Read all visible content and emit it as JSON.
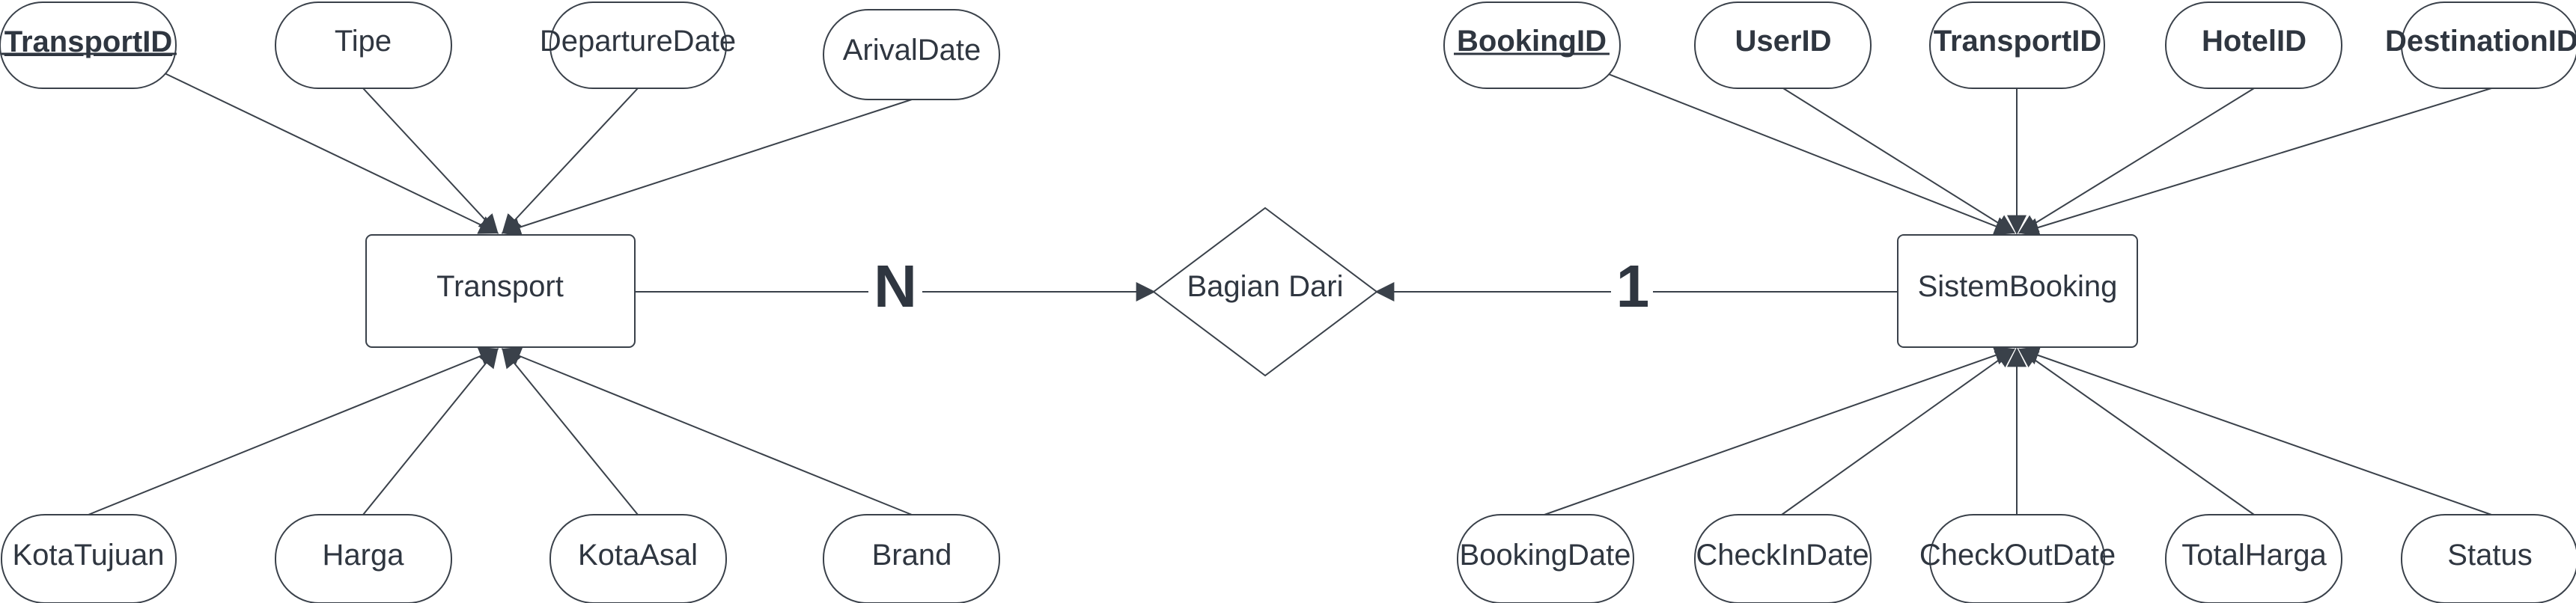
{
  "colors": {
    "stroke": "#3a414a",
    "text": "#2f3640",
    "background": "#ffffff"
  },
  "entities": {
    "transport": "Transport",
    "sistem_booking": "SistemBooking"
  },
  "relationship": {
    "label": "Bagian Dari",
    "card_transport": "N",
    "card_booking": "1"
  },
  "transport_attributes": {
    "transport_id": "TransportID",
    "tipe": "Tipe",
    "departure_date": "DepartureDate",
    "arival_date": "ArivalDate",
    "kota_tujuan": "KotaTujuan",
    "harga": "Harga",
    "kota_asal": "KotaAsal",
    "brand": "Brand"
  },
  "booking_attributes": {
    "booking_id": "BookingID",
    "user_id": "UserID",
    "transport_id": "TransportID",
    "hotel_id": "HotelID",
    "destination_id": "DestinationID",
    "booking_date": "BookingDate",
    "check_in_date": "CheckInDate",
    "check_out_date": "CheckOutDate",
    "total_harga": "TotalHarga",
    "status": "Status"
  }
}
